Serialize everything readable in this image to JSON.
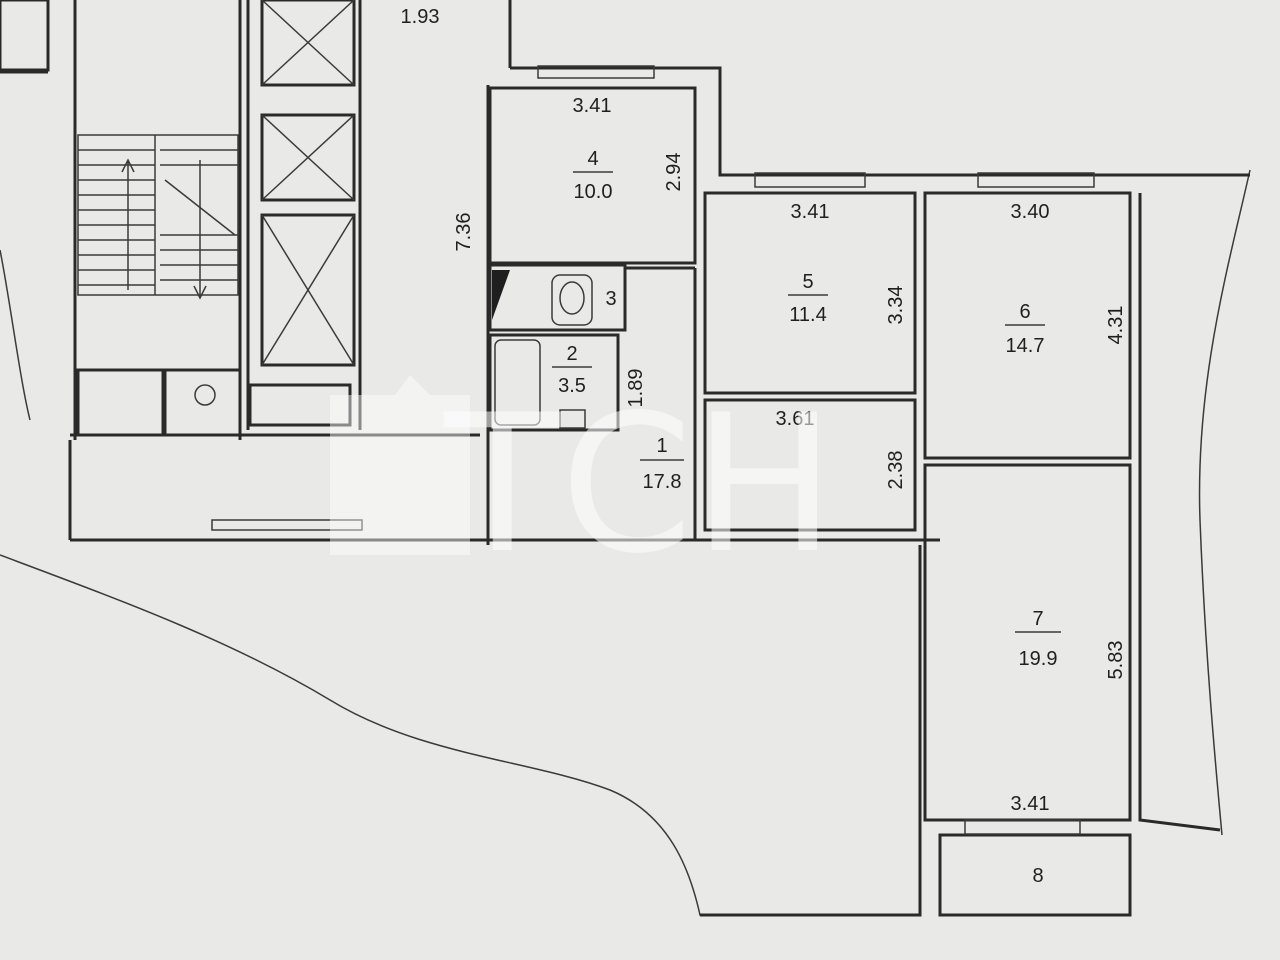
{
  "rooms": [
    {
      "number": "1",
      "area": "17.8"
    },
    {
      "number": "2",
      "area": "3.5"
    },
    {
      "number": "3",
      "area": ""
    },
    {
      "number": "4",
      "area": "10.0"
    },
    {
      "number": "5",
      "area": "11.4"
    },
    {
      "number": "6",
      "area": "14.7"
    },
    {
      "number": "7",
      "area": "19.9"
    },
    {
      "number": "8",
      "area": ""
    }
  ],
  "dimensions": {
    "corridor_top": "1.93",
    "corridor_side": "7.36",
    "room4_width": "3.41",
    "room4_depth": "2.94",
    "room5_width": "3.41",
    "room5_depth": "3.34",
    "room6_width": "3.40",
    "room6_depth": "4.31",
    "room2_depth": "1.89",
    "hall_width": "3.61",
    "hall_depth": "2.38",
    "room7_depth": "5.83",
    "room7_width": "3.41"
  },
  "watermark": {
    "text": "ТСН"
  }
}
